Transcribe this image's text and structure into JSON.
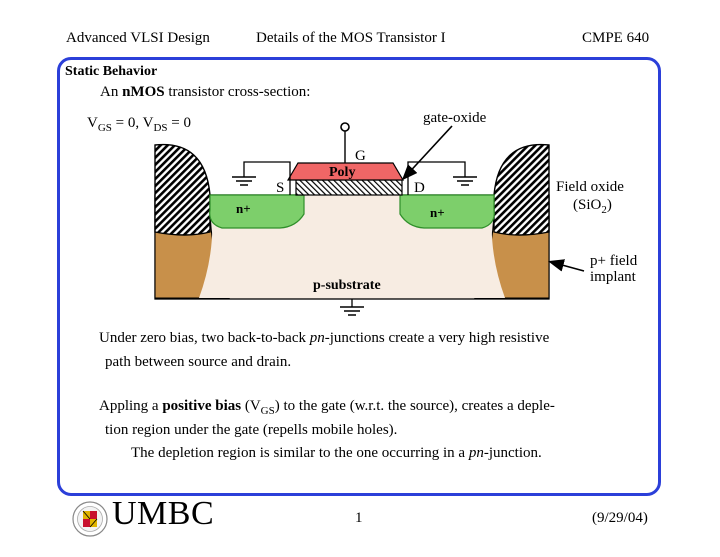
{
  "header": {
    "course": "Advanced VLSI Design",
    "topic": "Details of the MOS Transistor I",
    "code": "CMPE 640"
  },
  "slide": {
    "section_title": "Static Behavior",
    "intro_prefix": "An ",
    "intro_bold": "nMOS",
    "intro_suffix": " transistor cross-section:"
  },
  "diagram": {
    "bias_vgs_main": "V",
    "bias_vgs_sub": "GS",
    "bias_mid": " = 0, V",
    "bias_vds_sub": "DS",
    "bias_end": " = 0",
    "gate_oxide_label": "gate-oxide",
    "gate_label": "G",
    "poly_label": "Poly",
    "source_label": "S",
    "drain_label": "D",
    "n_plus_left": "n+",
    "n_plus_right": "n+",
    "field_oxide_line1": "Field oxide",
    "field_oxide_line2_prefix": "(SiO",
    "field_oxide_line2_sub": "2",
    "field_oxide_line2_suffix": ")",
    "p_field_line1": "p+ field",
    "p_field_line2": "implant",
    "substrate_label": "p-substrate"
  },
  "body": {
    "p1_a": "Under zero bias, two back-to-back ",
    "p1_italic": "pn",
    "p1_b": "-junctions create a very high resistive",
    "p1_line2": "path between source and drain.",
    "p2_a": "Appling a ",
    "p2_bold": "positive bias",
    "p2_b": " (V",
    "p2_sub": "GS",
    "p2_c": ") to the gate (w.r.t. the source), creates a deple-",
    "p2_line2": "tion region under the gate (repells mobile holes).",
    "p3_a": "The depletion region is similar to the one occurring in a ",
    "p3_italic": "pn",
    "p3_b": "-junction."
  },
  "footer": {
    "logo_text": "UMBC",
    "page": "1",
    "date": "(9/29/04)"
  },
  "colors": {
    "frame": "#2b3fd9",
    "poly": "#f06666",
    "n_plus": "#7dcf6b",
    "substrate": "#f7ece2",
    "p_field": "#c8904a"
  }
}
